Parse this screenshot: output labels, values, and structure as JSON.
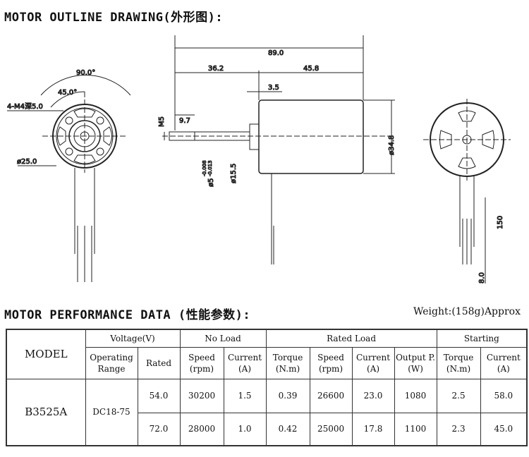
{
  "outline_title": "MOTOR OUTLINE DRAWING(外形图):",
  "drawing": {
    "overall_length": "89.0",
    "body_offset": "36.2",
    "body_length": "45.8",
    "flange": "3.5",
    "m5": "M5",
    "shaft_thread": "9.7",
    "shaft_dia": "ø5",
    "tol_upper": "-0.008",
    "tol_lower": "-0.013",
    "flange_dia": "ø15.5",
    "body_dia": "ø34.8",
    "angle_90": "90.0°",
    "angle_45": "45.0°",
    "holes": "4-M4深5.0",
    "pcd": "ø25.0",
    "lead_length": "150",
    "lead_strip": "8.0"
  },
  "performance_title": "MOTOR PERFORMANCE DATA (性能参数):",
  "weight": "Weight:(158g)Approx",
  "table": {
    "model": "MODEL",
    "voltage": "Voltage(V)",
    "no_load": "No Load",
    "rated_load": "Rated Load",
    "starting": "Starting",
    "operating_range": "Operating Range",
    "rated": "Rated",
    "speed": "Speed (rpm)",
    "current": "Current (A)",
    "torque": "Torque (N.m)",
    "output": "Output P.(W)",
    "model_value": "B3525A",
    "range_value": "DC18-75",
    "rows": [
      {
        "rated": "54.0",
        "nl_speed": "30200",
        "nl_current": "1.5",
        "torque": "0.39",
        "speed": "26600",
        "current": "23.0",
        "output": "1080",
        "st_torque": "2.5",
        "st_current": "58.0"
      },
      {
        "rated": "72.0",
        "nl_speed": "28000",
        "nl_current": "1.0",
        "torque": "0.42",
        "speed": "25000",
        "current": "17.8",
        "output": "1100",
        "st_torque": "2.3",
        "st_current": "45.0"
      }
    ]
  }
}
